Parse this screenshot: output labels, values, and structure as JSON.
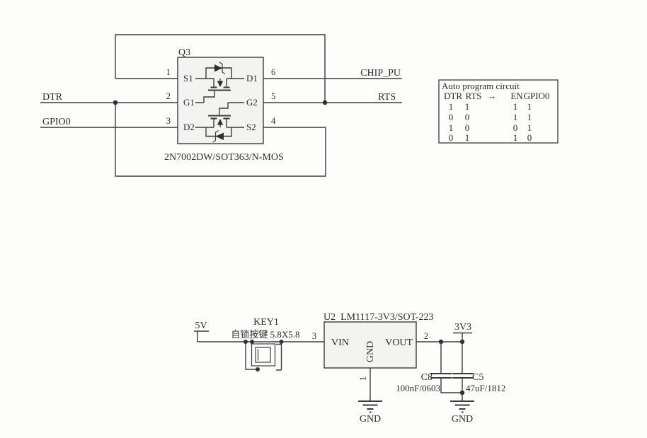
{
  "colors": {
    "line": "#3b3b3b",
    "text": "#2d2d2d",
    "component_fill": "#f3f3f1",
    "background": "#fdfdfc"
  },
  "q3_block": {
    "ref": "Q3",
    "part": "2N7002DW/SOT363/N-MOS",
    "pin_numbers": {
      "p1": "1",
      "p2": "2",
      "p3": "3",
      "p4": "4",
      "p5": "5",
      "p6": "6"
    },
    "pin_names": {
      "s1": "S1",
      "g1": "G1",
      "d2": "D2",
      "d1": "D1",
      "g2": "G2",
      "s2": "S2"
    },
    "nets": {
      "dtr": "DTR",
      "gpio0": "GPIO0",
      "chip_pu": "CHIP_PU",
      "rts": "RTS"
    }
  },
  "truth_table": {
    "title": "Auto program circuit",
    "headers": [
      "DTR",
      "RTS",
      "→",
      "EN",
      "GPIO0"
    ],
    "rows": [
      [
        "1",
        "1",
        "1",
        "1"
      ],
      [
        "0",
        "0",
        "1",
        "1"
      ],
      [
        "1",
        "0",
        "0",
        "1"
      ],
      [
        "0",
        "1",
        "1",
        "0"
      ]
    ]
  },
  "power_block": {
    "input_net": "5V",
    "output_net": "3V3",
    "key_ref": "KEY1",
    "key_desc": "自锁按键 5.8X5.8",
    "u2_label": "U2  LM1117-3V3/SOT-223",
    "u2_pins": {
      "vin": "VIN",
      "gnd": "GND",
      "vout": "VOUT"
    },
    "u2_pin_numbers": {
      "vin": "3",
      "gnd": "1",
      "vout": "2"
    },
    "c8_ref": "C8",
    "c8_value": "100nF/0603",
    "c5_ref": "C5",
    "c5_value": "47uF/1812",
    "gnd_label_1": "GND",
    "gnd_label_2": "GND"
  }
}
